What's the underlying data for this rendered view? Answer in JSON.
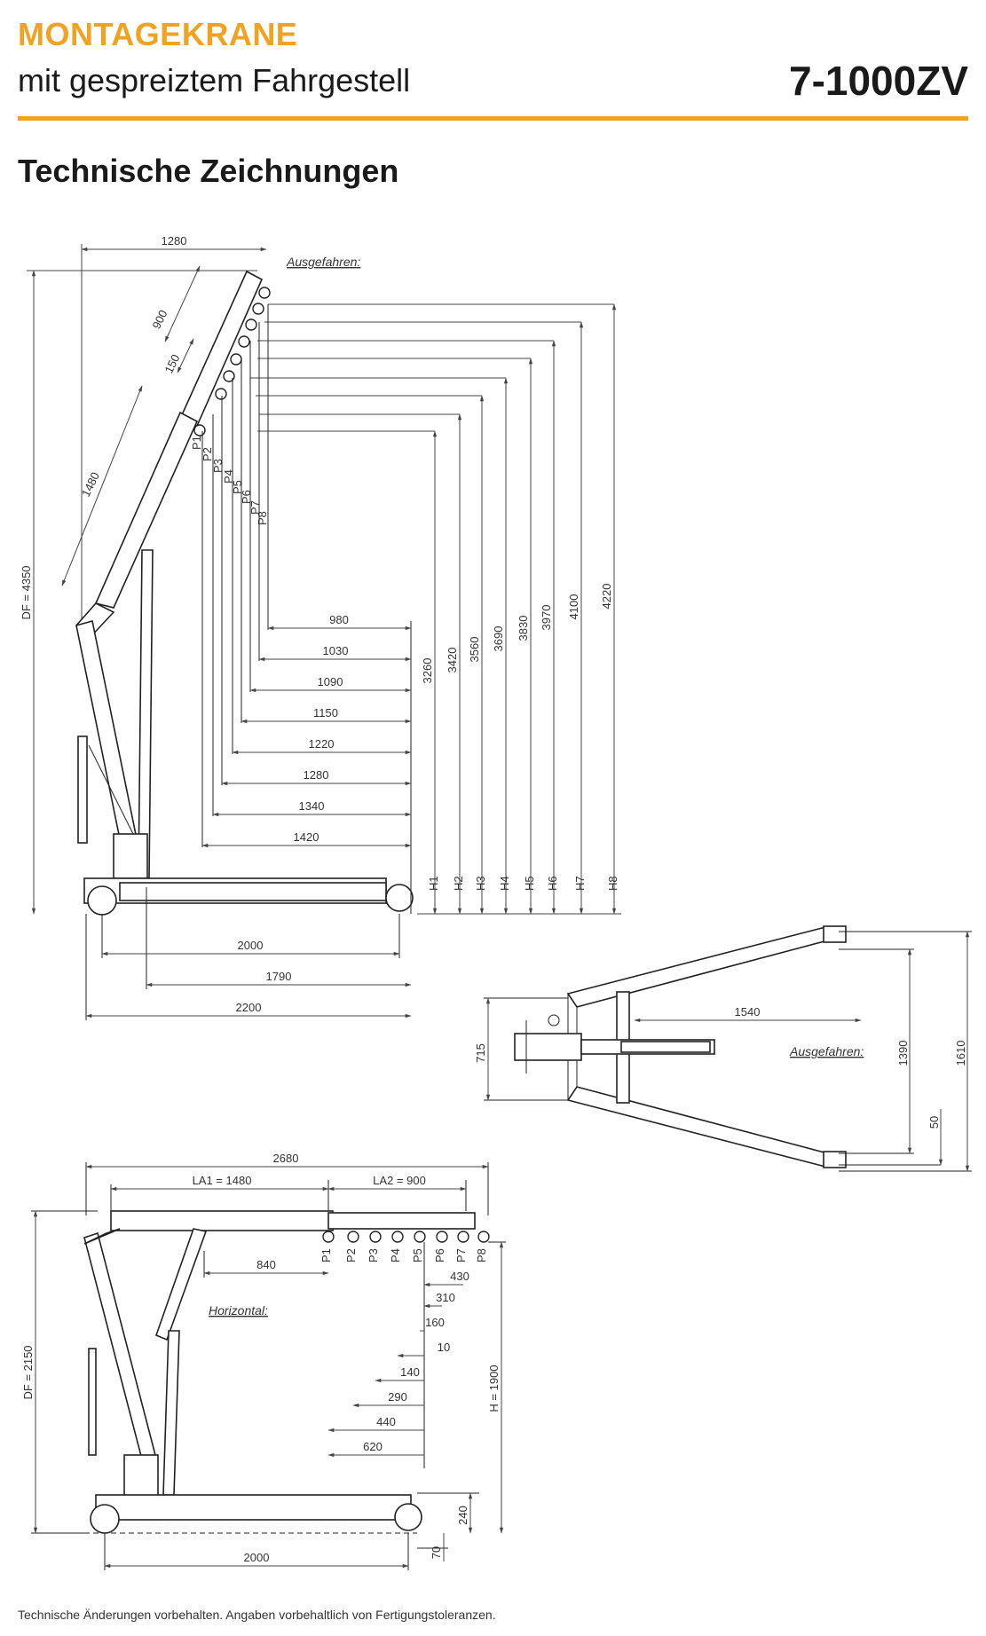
{
  "header": {
    "category": "MONTAGEKRANE",
    "subtitle": "mit gespreiztem Fahrgestell",
    "model": "7-1000ZV"
  },
  "section_title": "Technische Zeichnungen",
  "footer": "Technische Änderungen vorbehalten. Angaben vorbehaltlich von Fertigungstoleranzen.",
  "colors": {
    "accent": "#f0a323",
    "text": "#1a1a1a",
    "line": "#222222"
  },
  "drawing_extended": {
    "label": "Ausgefahren:",
    "dim_top": "1280",
    "dim_900": "900",
    "dim_150": "150",
    "dim_1480": "1480",
    "dim_df": "DF = 4350",
    "positions": [
      "P1",
      "P2",
      "P3",
      "P4",
      "P5",
      "P6",
      "P7",
      "P8"
    ],
    "reach": [
      "980",
      "1030",
      "1090",
      "1150",
      "1220",
      "1280",
      "1340",
      "1420"
    ],
    "heights": [
      "3260",
      "3420",
      "3560",
      "3690",
      "3830",
      "3970",
      "4100",
      "4220"
    ],
    "height_labels": [
      "H1",
      "H2",
      "H3",
      "H4",
      "H5",
      "H6",
      "H7",
      "H8"
    ],
    "base": [
      "2000",
      "1790",
      "2200"
    ]
  },
  "drawing_top": {
    "label": "Ausgefahren:",
    "dim_1540": "1540",
    "dim_715": "715",
    "dim_1390": "1390",
    "dim_1610": "1610",
    "dim_50": "50"
  },
  "drawing_horizontal": {
    "label": "Horizontal:",
    "dim_total": "2680",
    "la1": "LA1 =  1480",
    "la2": "LA2 =  900",
    "dim_840": "840",
    "dim_df": "DF = 2150",
    "dim_h": "H = 1900",
    "positions": [
      "P1",
      "P2",
      "P3",
      "P4",
      "P5",
      "P6",
      "P7",
      "P8"
    ],
    "offsets": [
      "430",
      "310",
      "160",
      "10",
      "140",
      "290",
      "440",
      "620"
    ],
    "dim_240": "240",
    "dim_70": "70",
    "dim_base": "2000"
  }
}
